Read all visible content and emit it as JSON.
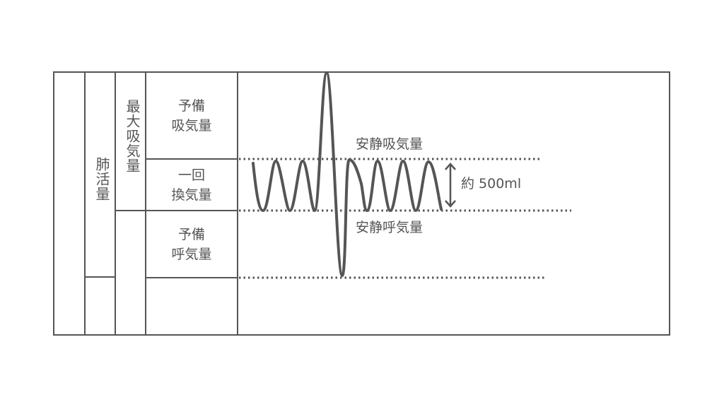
{
  "title": "肺気量分画",
  "columns": {
    "vital_capacity": "肺活量",
    "inspiratory_capacity": "最大吸気量"
  },
  "rows": {
    "inspiratory_reserve_volume": "予備\n吸気量",
    "tidal_volume": "一回\n換気量",
    "expiratory_reserve_volume": "予備\n呼気量"
  },
  "annotations": {
    "rest_inspiration": "安静吸気量",
    "rest_expiration": "安静呼気量",
    "tidal_amount": "約 500ml"
  },
  "colors": {
    "line": "#555555",
    "dotted": "#555555"
  }
}
